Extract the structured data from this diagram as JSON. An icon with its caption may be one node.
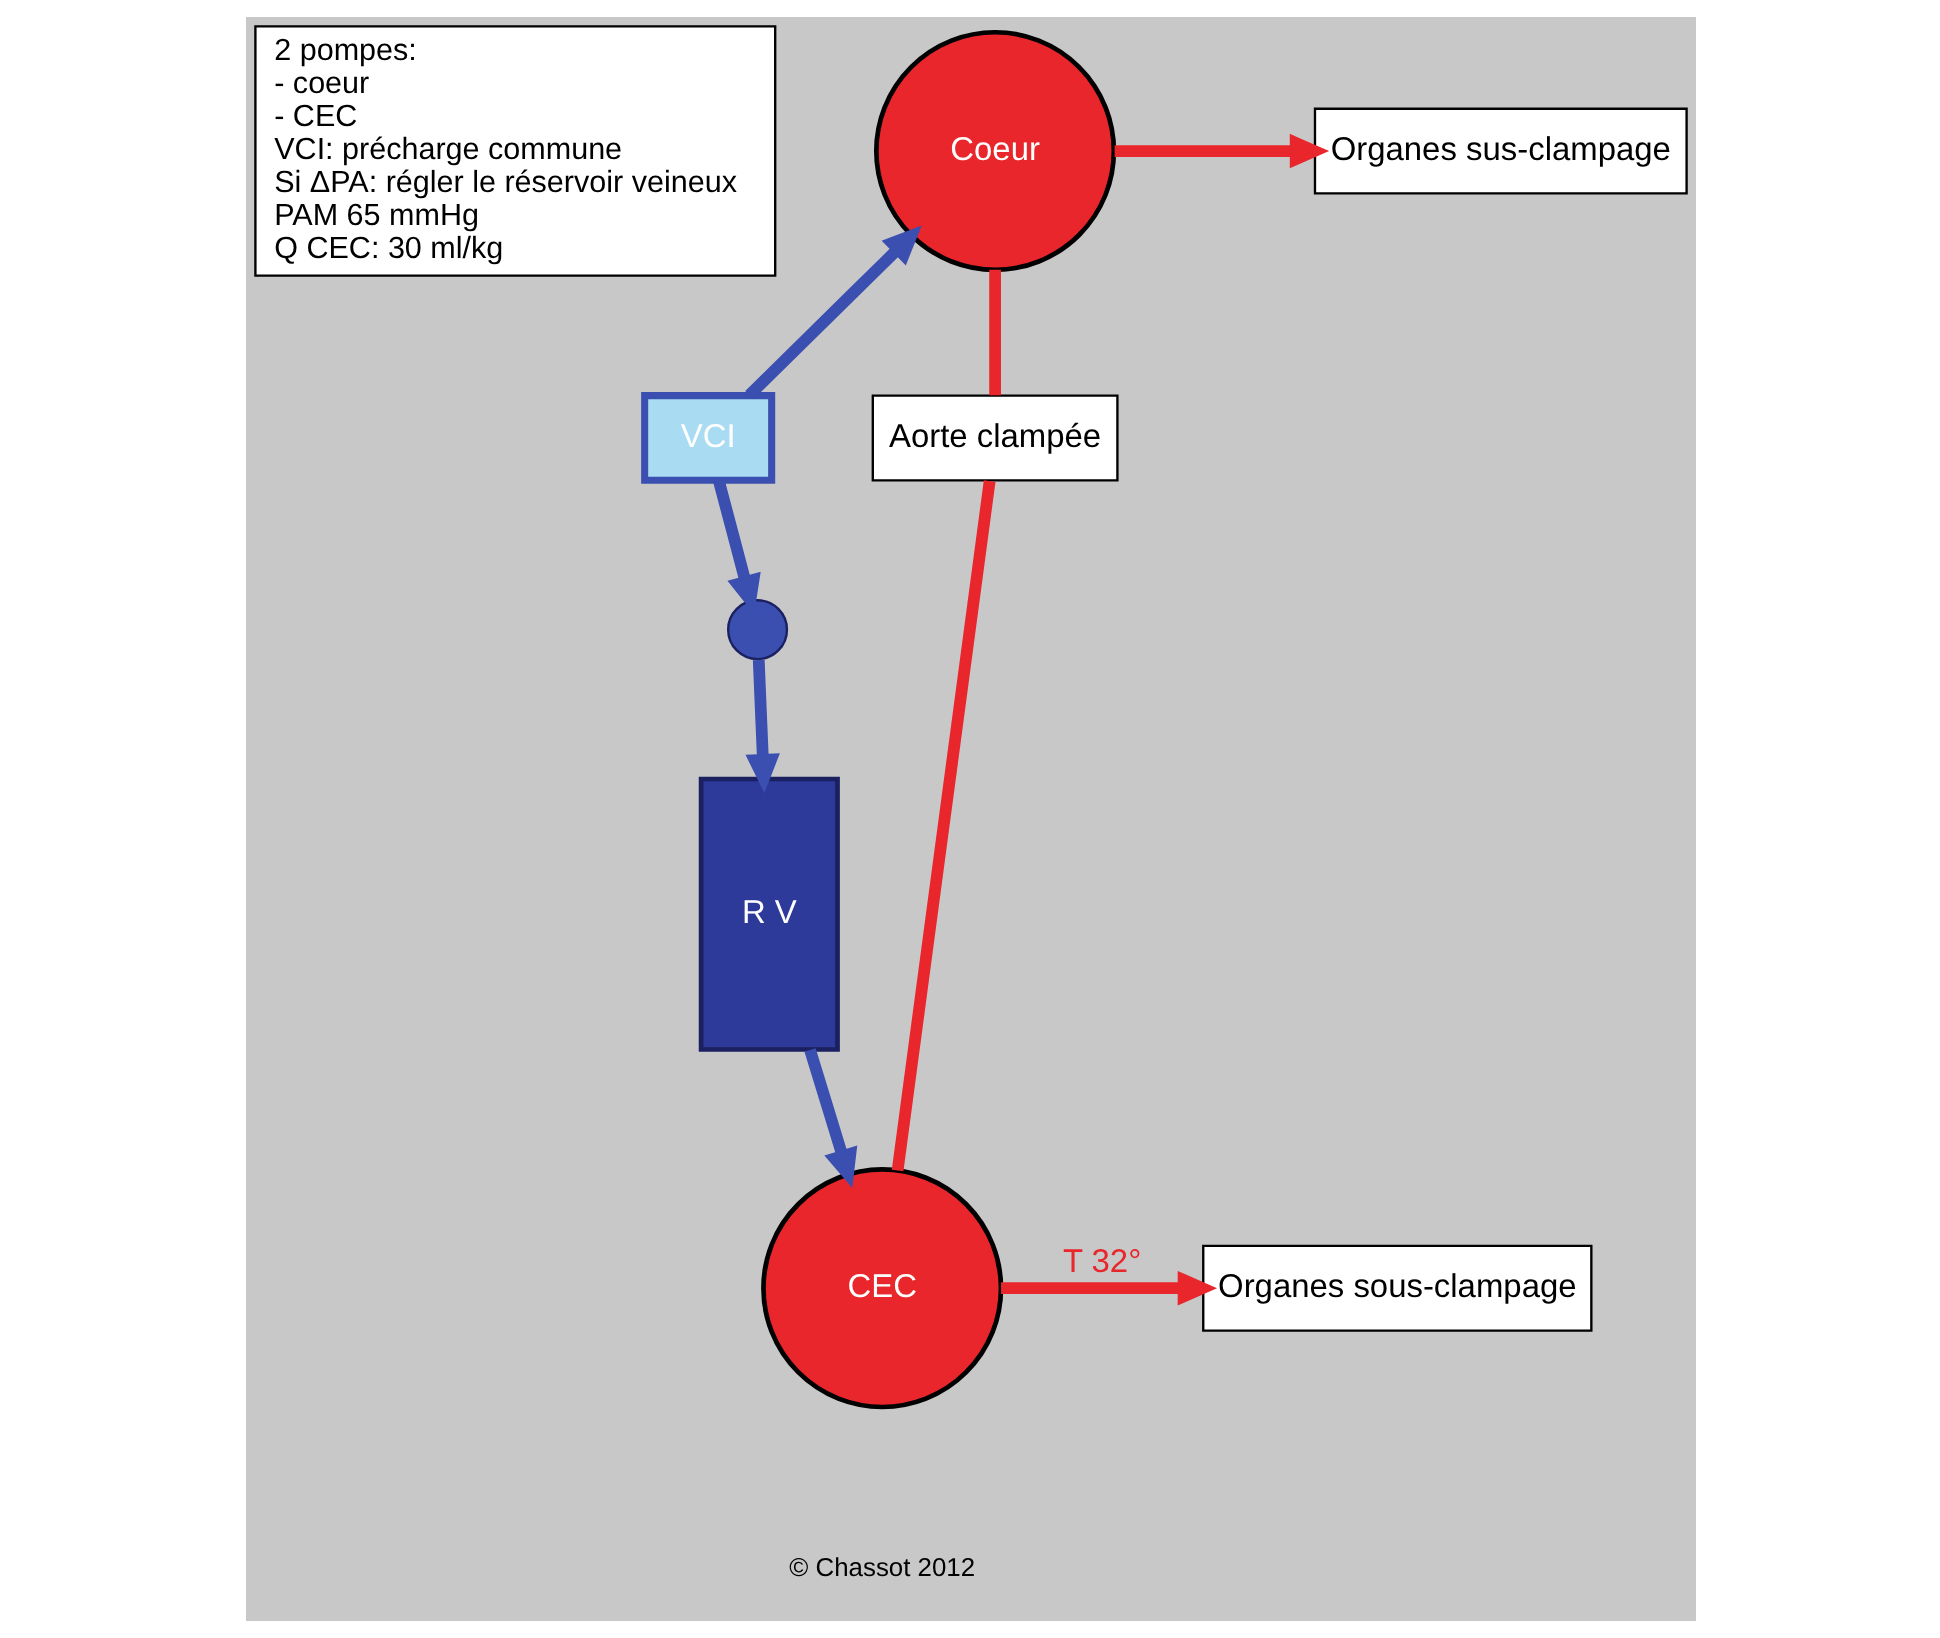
{
  "diagram": {
    "nodes": [
      {
        "text": [
          "2 pompes:",
          "- coeur",
          "- CEC",
          "VCI: précharge commune",
          "Si ΔPA: régler le réservoir veineux",
          "PAM 65 mmHg",
          "Q CEC: 30 ml/kg"
        ]
      },
      {
        "text": [
          "Coeur"
        ]
      },
      {
        "text": [
          "Organes sus-clampage"
        ]
      },
      {
        "text": [
          "Aorte clampée"
        ]
      },
      {
        "text": [
          "VCI"
        ]
      },
      {
        "text": [
          "R V"
        ]
      },
      {
        "text": [],
        "shape": "circle"
      },
      {
        "text": [
          "Organes sous-clampage"
        ]
      },
      {
        "text": [
          "CEC"
        ]
      }
    ],
    "edges": [
      {
        "from": 1,
        "to": 2,
        "arrow": "to",
        "color": "#e8262b"
      },
      {
        "from": 1,
        "to": 3,
        "arrow": "none",
        "color": "#e8262b"
      },
      {
        "from": 8,
        "to": 3,
        "arrow": "none",
        "color": "#e8262b"
      },
      {
        "from": 8,
        "to": 7,
        "arrow": "to",
        "label": "T 32°",
        "color": "#e8262b"
      },
      {
        "from": 4,
        "to": 1,
        "arrow": "to",
        "color": "#3a4fb0"
      },
      {
        "from": 4,
        "to": 6,
        "arrow": "to",
        "color": "#3a4fb0"
      },
      {
        "from": 6,
        "to": 5,
        "arrow": "to",
        "color": "#3a4fb0"
      },
      {
        "from": 5,
        "to": 8,
        "arrow": "to",
        "color": "#3a4fb0"
      }
    ],
    "labels": [
      "© Chassot 2012"
    ]
  }
}
